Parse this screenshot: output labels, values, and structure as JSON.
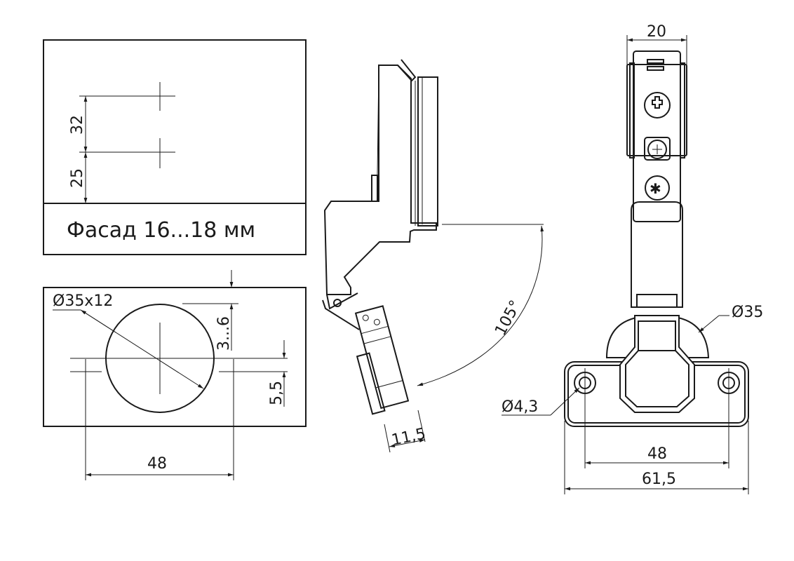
{
  "facade_label": "Фасад 16...18 мм",
  "dims": {
    "hole_spacing": "32",
    "edge_offset": "25",
    "cup_hole": "Ø35x12",
    "edge_distance": "3...6",
    "screw_offset": "5,5",
    "screw_spacing": "48",
    "cup_depth": "11,5",
    "opening_angle": "105°",
    "width_top": "20",
    "cup_diameter": "Ø35",
    "screw_hole": "Ø4,3",
    "plate_holes": "48",
    "plate_width": "61,5"
  },
  "colors": {
    "line": "#1a1a1a",
    "background": "#ffffff"
  }
}
